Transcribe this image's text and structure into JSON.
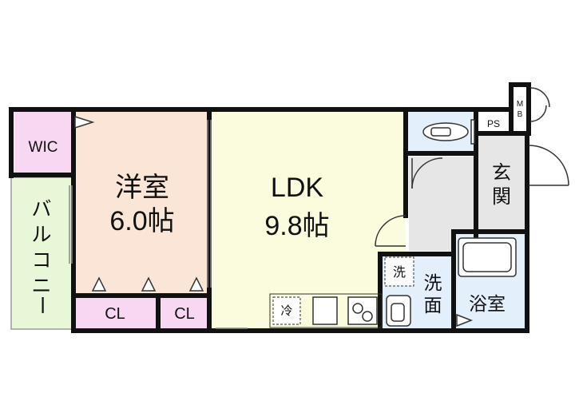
{
  "rooms": {
    "wic": "WIC",
    "western_room": {
      "name": "洋室",
      "size": "6.0帖"
    },
    "ldk": {
      "name": "LDK",
      "size": "9.8帖"
    },
    "balcony": [
      "バ",
      "ル",
      "コ",
      "ニ",
      "ー"
    ],
    "closet_1": "CL",
    "closet_2": "CL",
    "washroom": [
      "洗",
      "面"
    ],
    "bathroom": "浴室",
    "entrance": [
      "玄",
      "関"
    ],
    "ps": "PS",
    "mb": [
      "M",
      "B"
    ]
  },
  "fixtures": {
    "fridge": "冷",
    "washer": "洗"
  },
  "colors": {
    "wic_fill": "#f8d7f3",
    "western_fill": "#fbe5d6",
    "ldk_fill": "#fbfbdd",
    "balcony_fill": "#e9f7d9",
    "closet_fill": "#f8d7f3",
    "wet_fill": "#e3f0fb",
    "entrance_fill": "#e6e6e6",
    "wall": "#111111"
  }
}
